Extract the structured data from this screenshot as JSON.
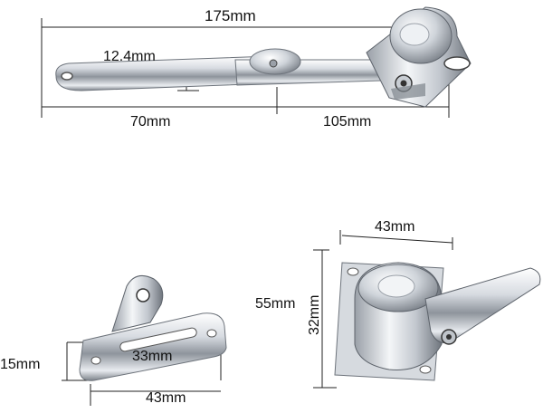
{
  "scene": {
    "description_hidden": "",
    "background": "#ffffff"
  },
  "hinge_arm": {
    "dim_total": "175mm",
    "dim_thickness": "12.4mm",
    "dim_left": "70mm",
    "dim_right": "105mm"
  },
  "mount_bracket": {
    "dim_height": "15mm",
    "dim_slot": "33mm",
    "dim_width": "43mm"
  },
  "pivot_base": {
    "dim_top": "43mm",
    "dim_outer_height": "55mm",
    "dim_inner_height": "32mm"
  },
  "colors": {
    "metal_light": "#f1f3f6",
    "metal_mid": "#b9bec6",
    "metal_dark": "#5d636b",
    "dimension_line": "#222222"
  }
}
